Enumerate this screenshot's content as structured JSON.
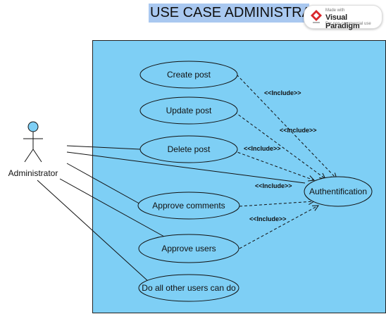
{
  "title": "USE CASE ADMINISTRATOR",
  "actor": {
    "name": "Administrator"
  },
  "use_cases": [
    {
      "id": "create-post",
      "label": "Create post"
    },
    {
      "id": "update-post",
      "label": "Update post"
    },
    {
      "id": "delete-post",
      "label": "Delete post"
    },
    {
      "id": "approve-comments",
      "label": "Approve comments"
    },
    {
      "id": "approve-users",
      "label": "Approve users"
    },
    {
      "id": "do-all-other",
      "label": "Do all other users can do"
    },
    {
      "id": "authentification",
      "label": "Authentification"
    }
  ],
  "include_label": "<<Include>>",
  "watermark": {
    "made_with": "Made with",
    "brand": "Visual Paradigm",
    "note": "For non-commercial use"
  },
  "colors": {
    "title_bg": "#a9c8f0",
    "system_bg": "#7ecff5",
    "usecase_fill": "#7ecff5",
    "actor_head": "#7ecff5"
  }
}
